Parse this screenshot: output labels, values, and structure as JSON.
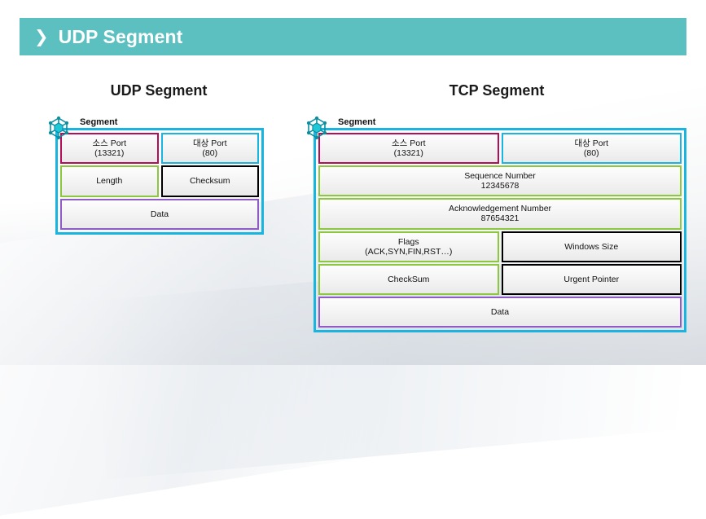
{
  "slide": {
    "header": {
      "chevron_icon": "chevron-right-icon",
      "title": "UDP Segment",
      "bar_color": "#5cc0c1"
    },
    "colors": {
      "teal_bar": "#5cc0c1",
      "cyan_border": "#19b4e0",
      "crimson_border": "#b50d57",
      "green_border": "#8dc63f",
      "purple_border": "#8e5cc4",
      "black_border": "#000000",
      "icon_teal": "#00a9b4"
    }
  },
  "diagrams": [
    {
      "id": "udp",
      "title": "UDP Segment",
      "group_label": "Segment",
      "group_icon": "segment-cube-icon",
      "rows": [
        {
          "fields": [
            {
              "name": "source-port",
              "line1": "소스 Port",
              "line2": "(13321)",
              "border": "crimson"
            },
            {
              "name": "destination-port",
              "line1": "대상 Port",
              "line2": "(80)",
              "border": "cyan"
            }
          ]
        },
        {
          "fields": [
            {
              "name": "length",
              "line1": "Length",
              "line2": "",
              "border": "green"
            },
            {
              "name": "checksum",
              "line1": "Checksum",
              "line2": "",
              "border": "black"
            }
          ]
        },
        {
          "fields": [
            {
              "name": "data",
              "line1": "Data",
              "line2": "",
              "border": "purple"
            }
          ]
        }
      ]
    },
    {
      "id": "tcp",
      "title": "TCP Segment",
      "group_label": "Segment",
      "group_icon": "segment-cube-icon",
      "rows": [
        {
          "fields": [
            {
              "name": "source-port",
              "line1": "소스 Port",
              "line2": "(13321)",
              "border": "crimson"
            },
            {
              "name": "destination-port",
              "line1": "대상 Port",
              "line2": "(80)",
              "border": "cyan"
            }
          ]
        },
        {
          "fields": [
            {
              "name": "sequence-number",
              "line1": "Sequence Number",
              "line2": "12345678",
              "border": "green"
            }
          ]
        },
        {
          "fields": [
            {
              "name": "acknowledgement-number",
              "line1": "Acknowledgement Number",
              "line2": "87654321",
              "border": "green"
            }
          ]
        },
        {
          "fields": [
            {
              "name": "flags",
              "line1": "Flags",
              "line2": "(ACK,SYN,FIN,RST…)",
              "border": "green"
            },
            {
              "name": "windows-size",
              "line1": "Windows Size",
              "line2": "",
              "border": "black"
            }
          ]
        },
        {
          "fields": [
            {
              "name": "checksum",
              "line1": "CheckSum",
              "line2": "",
              "border": "green"
            },
            {
              "name": "urgent-pointer",
              "line1": "Urgent Pointer",
              "line2": "",
              "border": "black"
            }
          ]
        },
        {
          "fields": [
            {
              "name": "data",
              "line1": "Data",
              "line2": "",
              "border": "purple"
            }
          ]
        }
      ]
    }
  ]
}
